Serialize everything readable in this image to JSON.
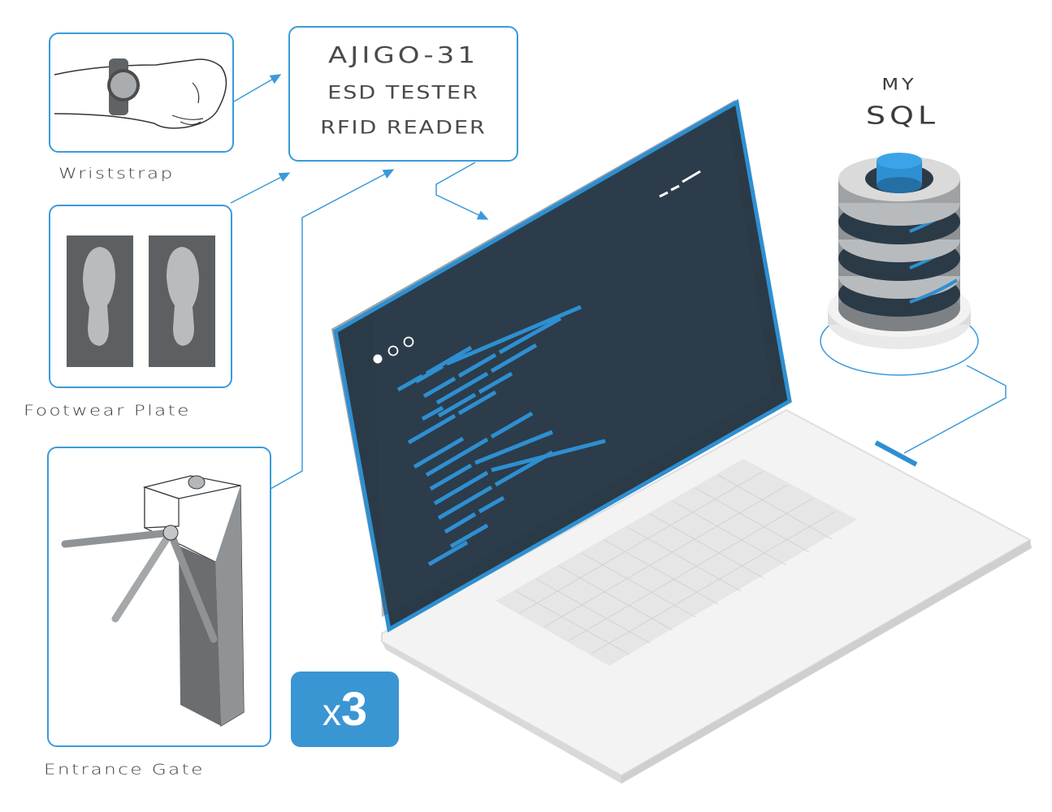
{
  "device": {
    "lines": [
      "AJIGO-31",
      "ESD TESTER",
      "RFID READER"
    ]
  },
  "inputs": [
    {
      "label": "Wriststrap"
    },
    {
      "label": "Footwear Plate"
    },
    {
      "label": "Entrance Gate"
    }
  ],
  "database": {
    "line1": "MY",
    "line2": "SQL"
  },
  "badge": {
    "prefix": "x",
    "count": "3"
  },
  "colors": {
    "accent": "#3a9ad9",
    "screen": "#2b3a47",
    "code": "#2e8fd1",
    "laptop_body": "#f2f2f2"
  },
  "icons": [
    "wriststrap-icon",
    "footwear-plate-icon",
    "entrance-gate-icon",
    "laptop-icon",
    "database-icon"
  ]
}
